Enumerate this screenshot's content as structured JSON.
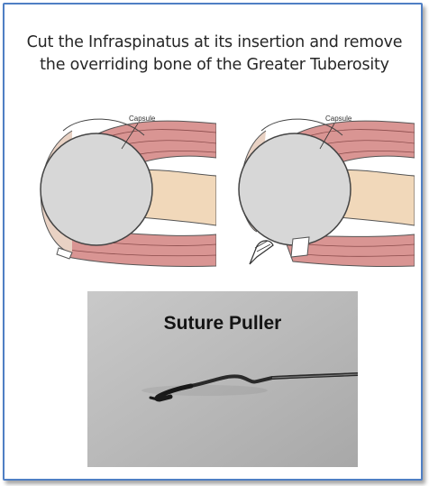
{
  "slide": {
    "title_line1": "Cut the Infraspinatus at its insertion and remove",
    "title_line2": "the overriding bone of the Greater Tuberosity"
  },
  "diagrams": {
    "left_label": "Capsule",
    "right_label": "Capsule"
  },
  "photo": {
    "label": "Suture Puller"
  },
  "colors": {
    "border": "#4f7fc4",
    "muscle": "#d99593",
    "bone": "#f1d8ba",
    "humeral_head": "#d7d7d7"
  }
}
